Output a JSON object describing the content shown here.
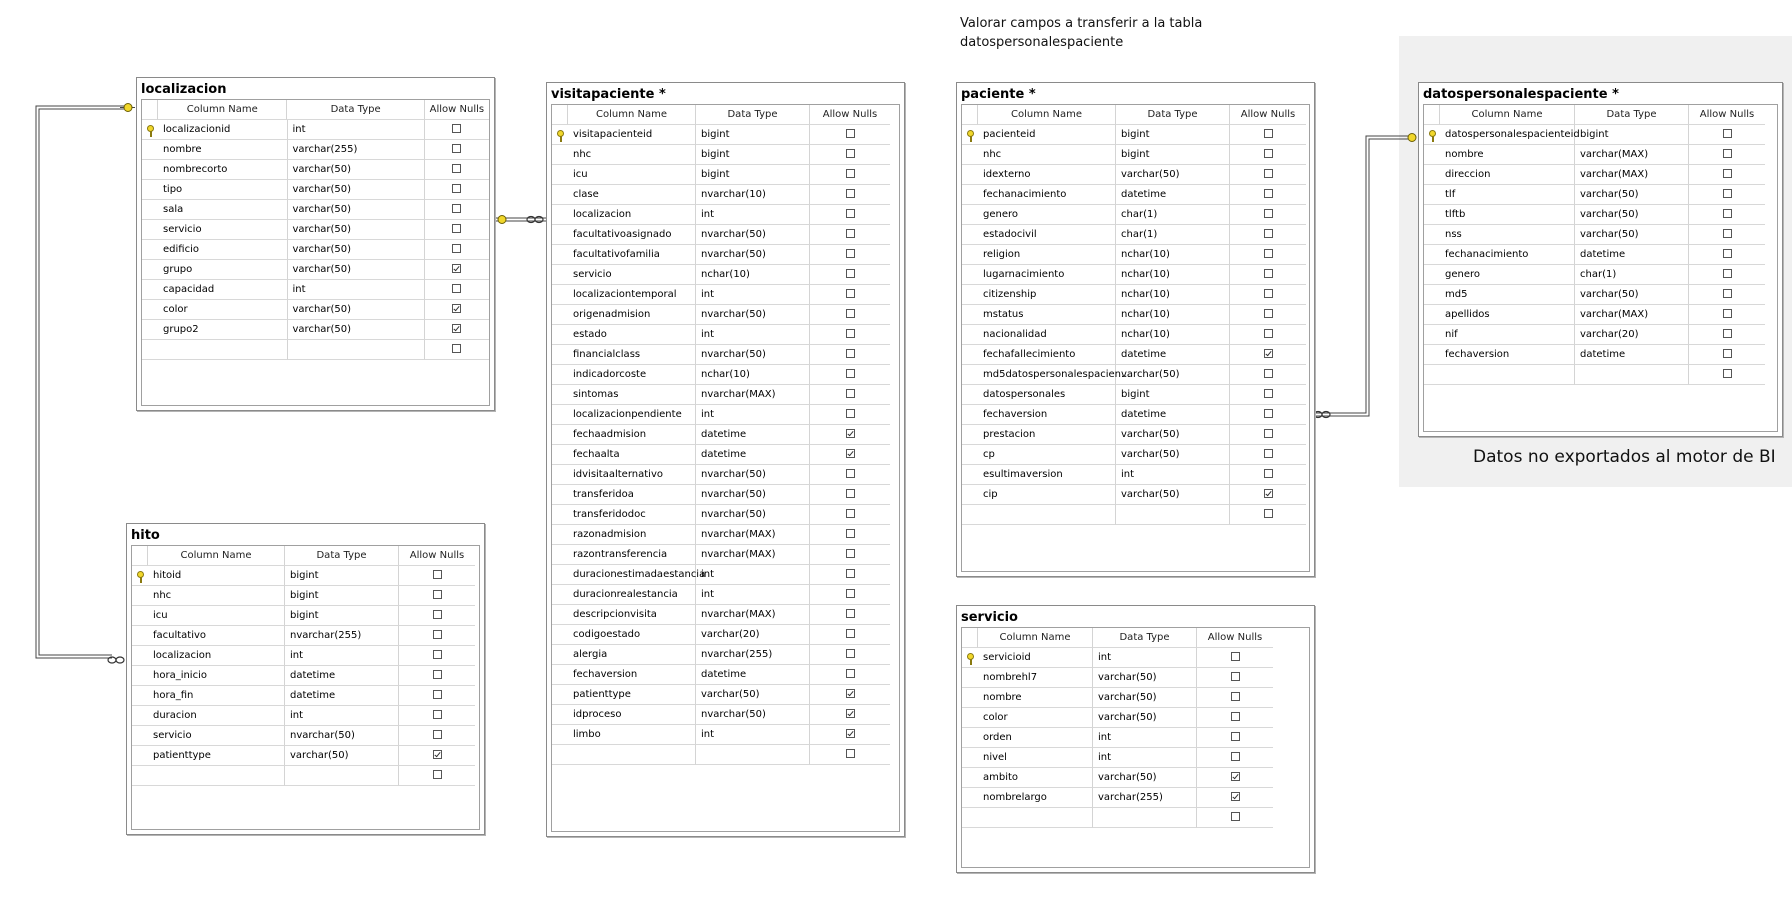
{
  "annotations": {
    "note_top_line1": "Valorar campos a transferir a la tabla",
    "note_top_line2": "datospersonalespaciente",
    "note_bi": "Datos no exportados al motor de BI"
  },
  "column_headers": {
    "name": "Column Name",
    "type": "Data Type",
    "nulls": "Allow Nulls"
  },
  "icons": {
    "primary_key": "primary-key-icon",
    "relationship_end": "key-end-icon",
    "many_end": "infinity-end-icon"
  },
  "colors": {
    "key_yellow": "#f1d72b",
    "shade": "#f0f0f0",
    "border": "#8a8a8a"
  },
  "tables": [
    {
      "id": "localizacion",
      "title": "localizacion",
      "columns": [
        {
          "name": "localizacionid",
          "type": "int",
          "nullable": false,
          "pk": true
        },
        {
          "name": "nombre",
          "type": "varchar(255)",
          "nullable": false
        },
        {
          "name": "nombrecorto",
          "type": "varchar(50)",
          "nullable": false
        },
        {
          "name": "tipo",
          "type": "varchar(50)",
          "nullable": false
        },
        {
          "name": "sala",
          "type": "varchar(50)",
          "nullable": false
        },
        {
          "name": "servicio",
          "type": "varchar(50)",
          "nullable": false
        },
        {
          "name": "edificio",
          "type": "varchar(50)",
          "nullable": false
        },
        {
          "name": "grupo",
          "type": "varchar(50)",
          "nullable": true
        },
        {
          "name": "capacidad",
          "type": "int",
          "nullable": false
        },
        {
          "name": "color",
          "type": "varchar(50)",
          "nullable": true
        },
        {
          "name": "grupo2",
          "type": "varchar(50)",
          "nullable": true
        }
      ]
    },
    {
      "id": "hito",
      "title": "hito",
      "columns": [
        {
          "name": "hitoid",
          "type": "bigint",
          "nullable": false,
          "pk": true
        },
        {
          "name": "nhc",
          "type": "bigint",
          "nullable": false
        },
        {
          "name": "icu",
          "type": "bigint",
          "nullable": false
        },
        {
          "name": "facultativo",
          "type": "nvarchar(255)",
          "nullable": false
        },
        {
          "name": "localizacion",
          "type": "int",
          "nullable": false
        },
        {
          "name": "hora_inicio",
          "type": "datetime",
          "nullable": false
        },
        {
          "name": "hora_fin",
          "type": "datetime",
          "nullable": false
        },
        {
          "name": "duracion",
          "type": "int",
          "nullable": false
        },
        {
          "name": "servicio",
          "type": "nvarchar(50)",
          "nullable": false
        },
        {
          "name": "patienttype",
          "type": "varchar(50)",
          "nullable": true
        }
      ]
    },
    {
      "id": "visitapaciente",
      "title": "visitapaciente *",
      "columns": [
        {
          "name": "visitapacienteid",
          "type": "bigint",
          "nullable": false,
          "pk": true
        },
        {
          "name": "nhc",
          "type": "bigint",
          "nullable": false
        },
        {
          "name": "icu",
          "type": "bigint",
          "nullable": false
        },
        {
          "name": "clase",
          "type": "nvarchar(10)",
          "nullable": false
        },
        {
          "name": "localizacion",
          "type": "int",
          "nullable": false
        },
        {
          "name": "facultativoasignado",
          "type": "nvarchar(50)",
          "nullable": false
        },
        {
          "name": "facultativofamilia",
          "type": "nvarchar(50)",
          "nullable": false
        },
        {
          "name": "servicio",
          "type": "nchar(10)",
          "nullable": false
        },
        {
          "name": "localizaciontemporal",
          "type": "int",
          "nullable": false
        },
        {
          "name": "origenadmision",
          "type": "nvarchar(50)",
          "nullable": false
        },
        {
          "name": "estado",
          "type": "int",
          "nullable": false
        },
        {
          "name": "financialclass",
          "type": "nvarchar(50)",
          "nullable": false
        },
        {
          "name": "indicadorcoste",
          "type": "nchar(10)",
          "nullable": false
        },
        {
          "name": "sintomas",
          "type": "nvarchar(MAX)",
          "nullable": false
        },
        {
          "name": "localizacionpendiente",
          "type": "int",
          "nullable": false
        },
        {
          "name": "fechaadmision",
          "type": "datetime",
          "nullable": true
        },
        {
          "name": "fechaalta",
          "type": "datetime",
          "nullable": true
        },
        {
          "name": "idvisitaalternativo",
          "type": "nvarchar(50)",
          "nullable": false
        },
        {
          "name": "transferidoa",
          "type": "nvarchar(50)",
          "nullable": false
        },
        {
          "name": "transferidodoc",
          "type": "nvarchar(50)",
          "nullable": false
        },
        {
          "name": "razonadmision",
          "type": "nvarchar(MAX)",
          "nullable": false
        },
        {
          "name": "razontransferencia",
          "type": "nvarchar(MAX)",
          "nullable": false
        },
        {
          "name": "duracionestimadaestancia",
          "type": "int",
          "nullable": false
        },
        {
          "name": "duracionrealestancia",
          "type": "int",
          "nullable": false
        },
        {
          "name": "descripcionvisita",
          "type": "nvarchar(MAX)",
          "nullable": false
        },
        {
          "name": "codigoestado",
          "type": "varchar(20)",
          "nullable": false
        },
        {
          "name": "alergia",
          "type": "nvarchar(255)",
          "nullable": false
        },
        {
          "name": "fechaversion",
          "type": "datetime",
          "nullable": false
        },
        {
          "name": "patienttype",
          "type": "varchar(50)",
          "nullable": true
        },
        {
          "name": "idproceso",
          "type": "nvarchar(50)",
          "nullable": true
        },
        {
          "name": "limbo",
          "type": "int",
          "nullable": true
        }
      ]
    },
    {
      "id": "paciente",
      "title": "paciente *",
      "columns": [
        {
          "name": "pacienteid",
          "type": "bigint",
          "nullable": false,
          "pk": true
        },
        {
          "name": "nhc",
          "type": "bigint",
          "nullable": false
        },
        {
          "name": "idexterno",
          "type": "varchar(50)",
          "nullable": false
        },
        {
          "name": "fechanacimiento",
          "type": "datetime",
          "nullable": false
        },
        {
          "name": "genero",
          "type": "char(1)",
          "nullable": false
        },
        {
          "name": "estadocivil",
          "type": "char(1)",
          "nullable": false
        },
        {
          "name": "religion",
          "type": "nchar(10)",
          "nullable": false
        },
        {
          "name": "lugarnacimiento",
          "type": "nchar(10)",
          "nullable": false
        },
        {
          "name": "citizenship",
          "type": "nchar(10)",
          "nullable": false
        },
        {
          "name": "mstatus",
          "type": "nchar(10)",
          "nullable": false
        },
        {
          "name": "nacionalidad",
          "type": "nchar(10)",
          "nullable": false
        },
        {
          "name": "fechafallecimiento",
          "type": "datetime",
          "nullable": true
        },
        {
          "name": "md5datospersonalespacien...",
          "type": "varchar(50)",
          "nullable": false
        },
        {
          "name": "datospersonales",
          "type": "bigint",
          "nullable": false
        },
        {
          "name": "fechaversion",
          "type": "datetime",
          "nullable": false
        },
        {
          "name": "prestacion",
          "type": "varchar(50)",
          "nullable": false
        },
        {
          "name": "cp",
          "type": "varchar(50)",
          "nullable": false
        },
        {
          "name": "esultimaversion",
          "type": "int",
          "nullable": false
        },
        {
          "name": "cip",
          "type": "varchar(50)",
          "nullable": true
        }
      ]
    },
    {
      "id": "servicio",
      "title": "servicio",
      "columns": [
        {
          "name": "servicioid",
          "type": "int",
          "nullable": false,
          "pk": true
        },
        {
          "name": "nombrehl7",
          "type": "varchar(50)",
          "nullable": false
        },
        {
          "name": "nombre",
          "type": "varchar(50)",
          "nullable": false
        },
        {
          "name": "color",
          "type": "varchar(50)",
          "nullable": false
        },
        {
          "name": "orden",
          "type": "int",
          "nullable": false
        },
        {
          "name": "nivel",
          "type": "int",
          "nullable": false
        },
        {
          "name": "ambito",
          "type": "varchar(50)",
          "nullable": true
        },
        {
          "name": "nombrelargo",
          "type": "varchar(255)",
          "nullable": true
        }
      ]
    },
    {
      "id": "datospersonalespaciente",
      "title": "datospersonalespaciente *",
      "columns": [
        {
          "name": "datospersonalespacienteid",
          "type": "bigint",
          "nullable": false,
          "pk": true
        },
        {
          "name": "nombre",
          "type": "varchar(MAX)",
          "nullable": false
        },
        {
          "name": "direccion",
          "type": "varchar(MAX)",
          "nullable": false
        },
        {
          "name": "tlf",
          "type": "varchar(50)",
          "nullable": false
        },
        {
          "name": "tlftb",
          "type": "varchar(50)",
          "nullable": false
        },
        {
          "name": "nss",
          "type": "varchar(50)",
          "nullable": false
        },
        {
          "name": "fechanacimiento",
          "type": "datetime",
          "nullable": false
        },
        {
          "name": "genero",
          "type": "char(1)",
          "nullable": false
        },
        {
          "name": "md5",
          "type": "varchar(50)",
          "nullable": false
        },
        {
          "name": "apellidos",
          "type": "varchar(MAX)",
          "nullable": false
        },
        {
          "name": "nif",
          "type": "varchar(20)",
          "nullable": false
        },
        {
          "name": "fechaversion",
          "type": "datetime",
          "nullable": false
        }
      ]
    }
  ]
}
